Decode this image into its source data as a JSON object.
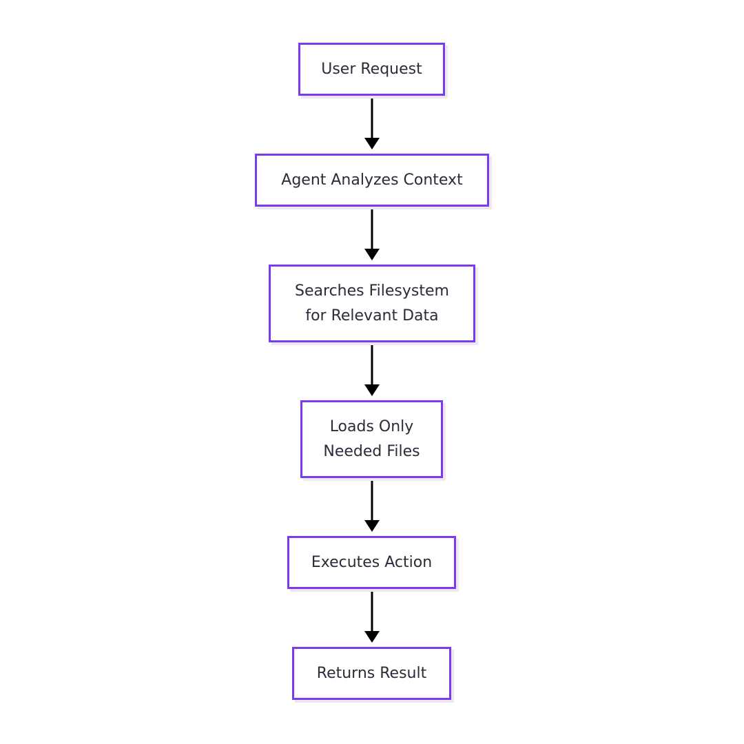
{
  "flowchart": {
    "nodes": [
      {
        "id": "user-request",
        "lines": [
          "User Request"
        ]
      },
      {
        "id": "agent-analyzes-context",
        "lines": [
          "Agent Analyzes Context"
        ]
      },
      {
        "id": "searches-filesystem",
        "lines": [
          "Searches Filesystem",
          "for Relevant Data"
        ]
      },
      {
        "id": "loads-only-needed-files",
        "lines": [
          "Loads Only",
          "Needed Files"
        ]
      },
      {
        "id": "executes-action",
        "lines": [
          "Executes Action"
        ]
      },
      {
        "id": "returns-result",
        "lines": [
          "Returns Result"
        ]
      }
    ],
    "edges": [
      {
        "from": "user-request",
        "to": "agent-analyzes-context"
      },
      {
        "from": "agent-analyzes-context",
        "to": "searches-filesystem"
      },
      {
        "from": "searches-filesystem",
        "to": "loads-only-needed-files"
      },
      {
        "from": "loads-only-needed-files",
        "to": "executes-action"
      },
      {
        "from": "executes-action",
        "to": "returns-result"
      }
    ],
    "colors": {
      "node_border": "#7c3aed",
      "node_text": "#2b2b3a",
      "arrow": "#000000",
      "background": "#ffffff"
    }
  }
}
